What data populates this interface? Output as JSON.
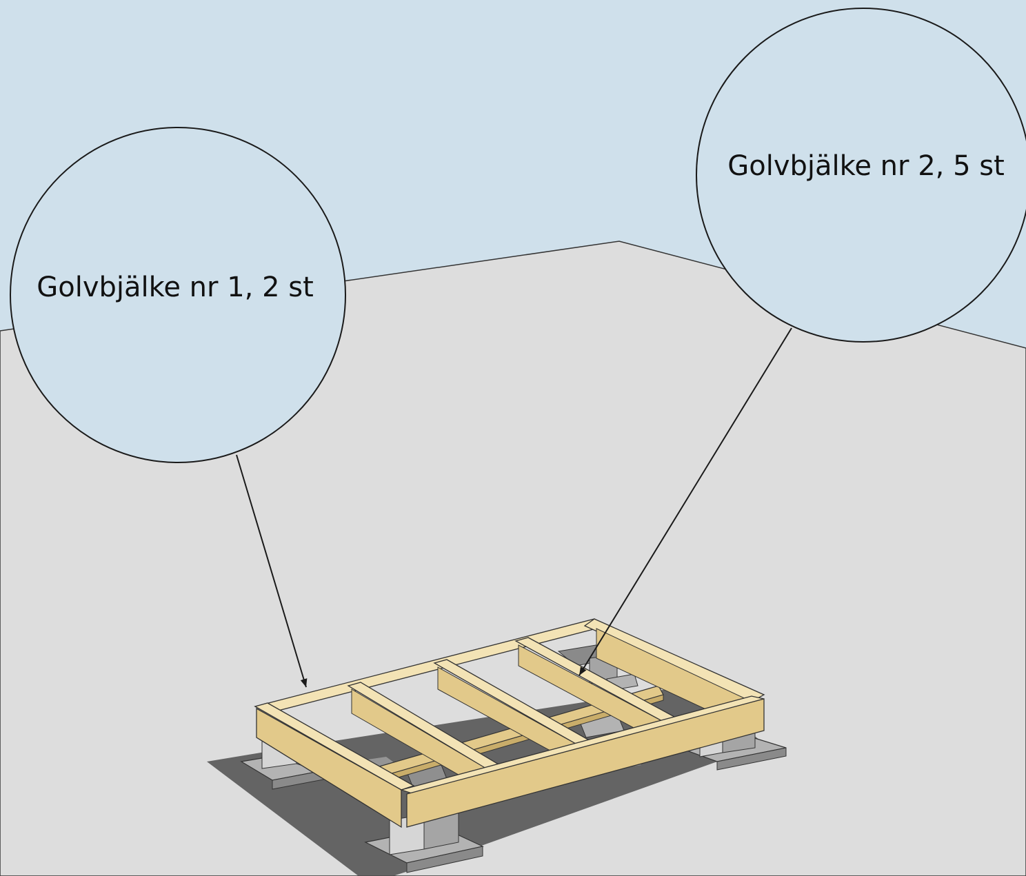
{
  "colors": {
    "sky": "#cfe0eb",
    "ground": "#dddddd",
    "callout_fill": "#cfe0eb",
    "outline": "#1a1a1a",
    "timber_top": "#f3e3b5",
    "timber_side": "#e2c98a",
    "timber_dark": "#c9ad6a",
    "concrete_light": "#d6d6d6",
    "concrete_mid": "#b3b3b3",
    "concrete_dark": "#8a8a8a",
    "shadow": "#4f4f4f"
  },
  "callouts": [
    {
      "id": "joist-1",
      "label": "Golvbjälke nr 1, 2 st"
    },
    {
      "id": "joist-2",
      "label": "Golvbjälke nr 2, 5 st"
    }
  ]
}
